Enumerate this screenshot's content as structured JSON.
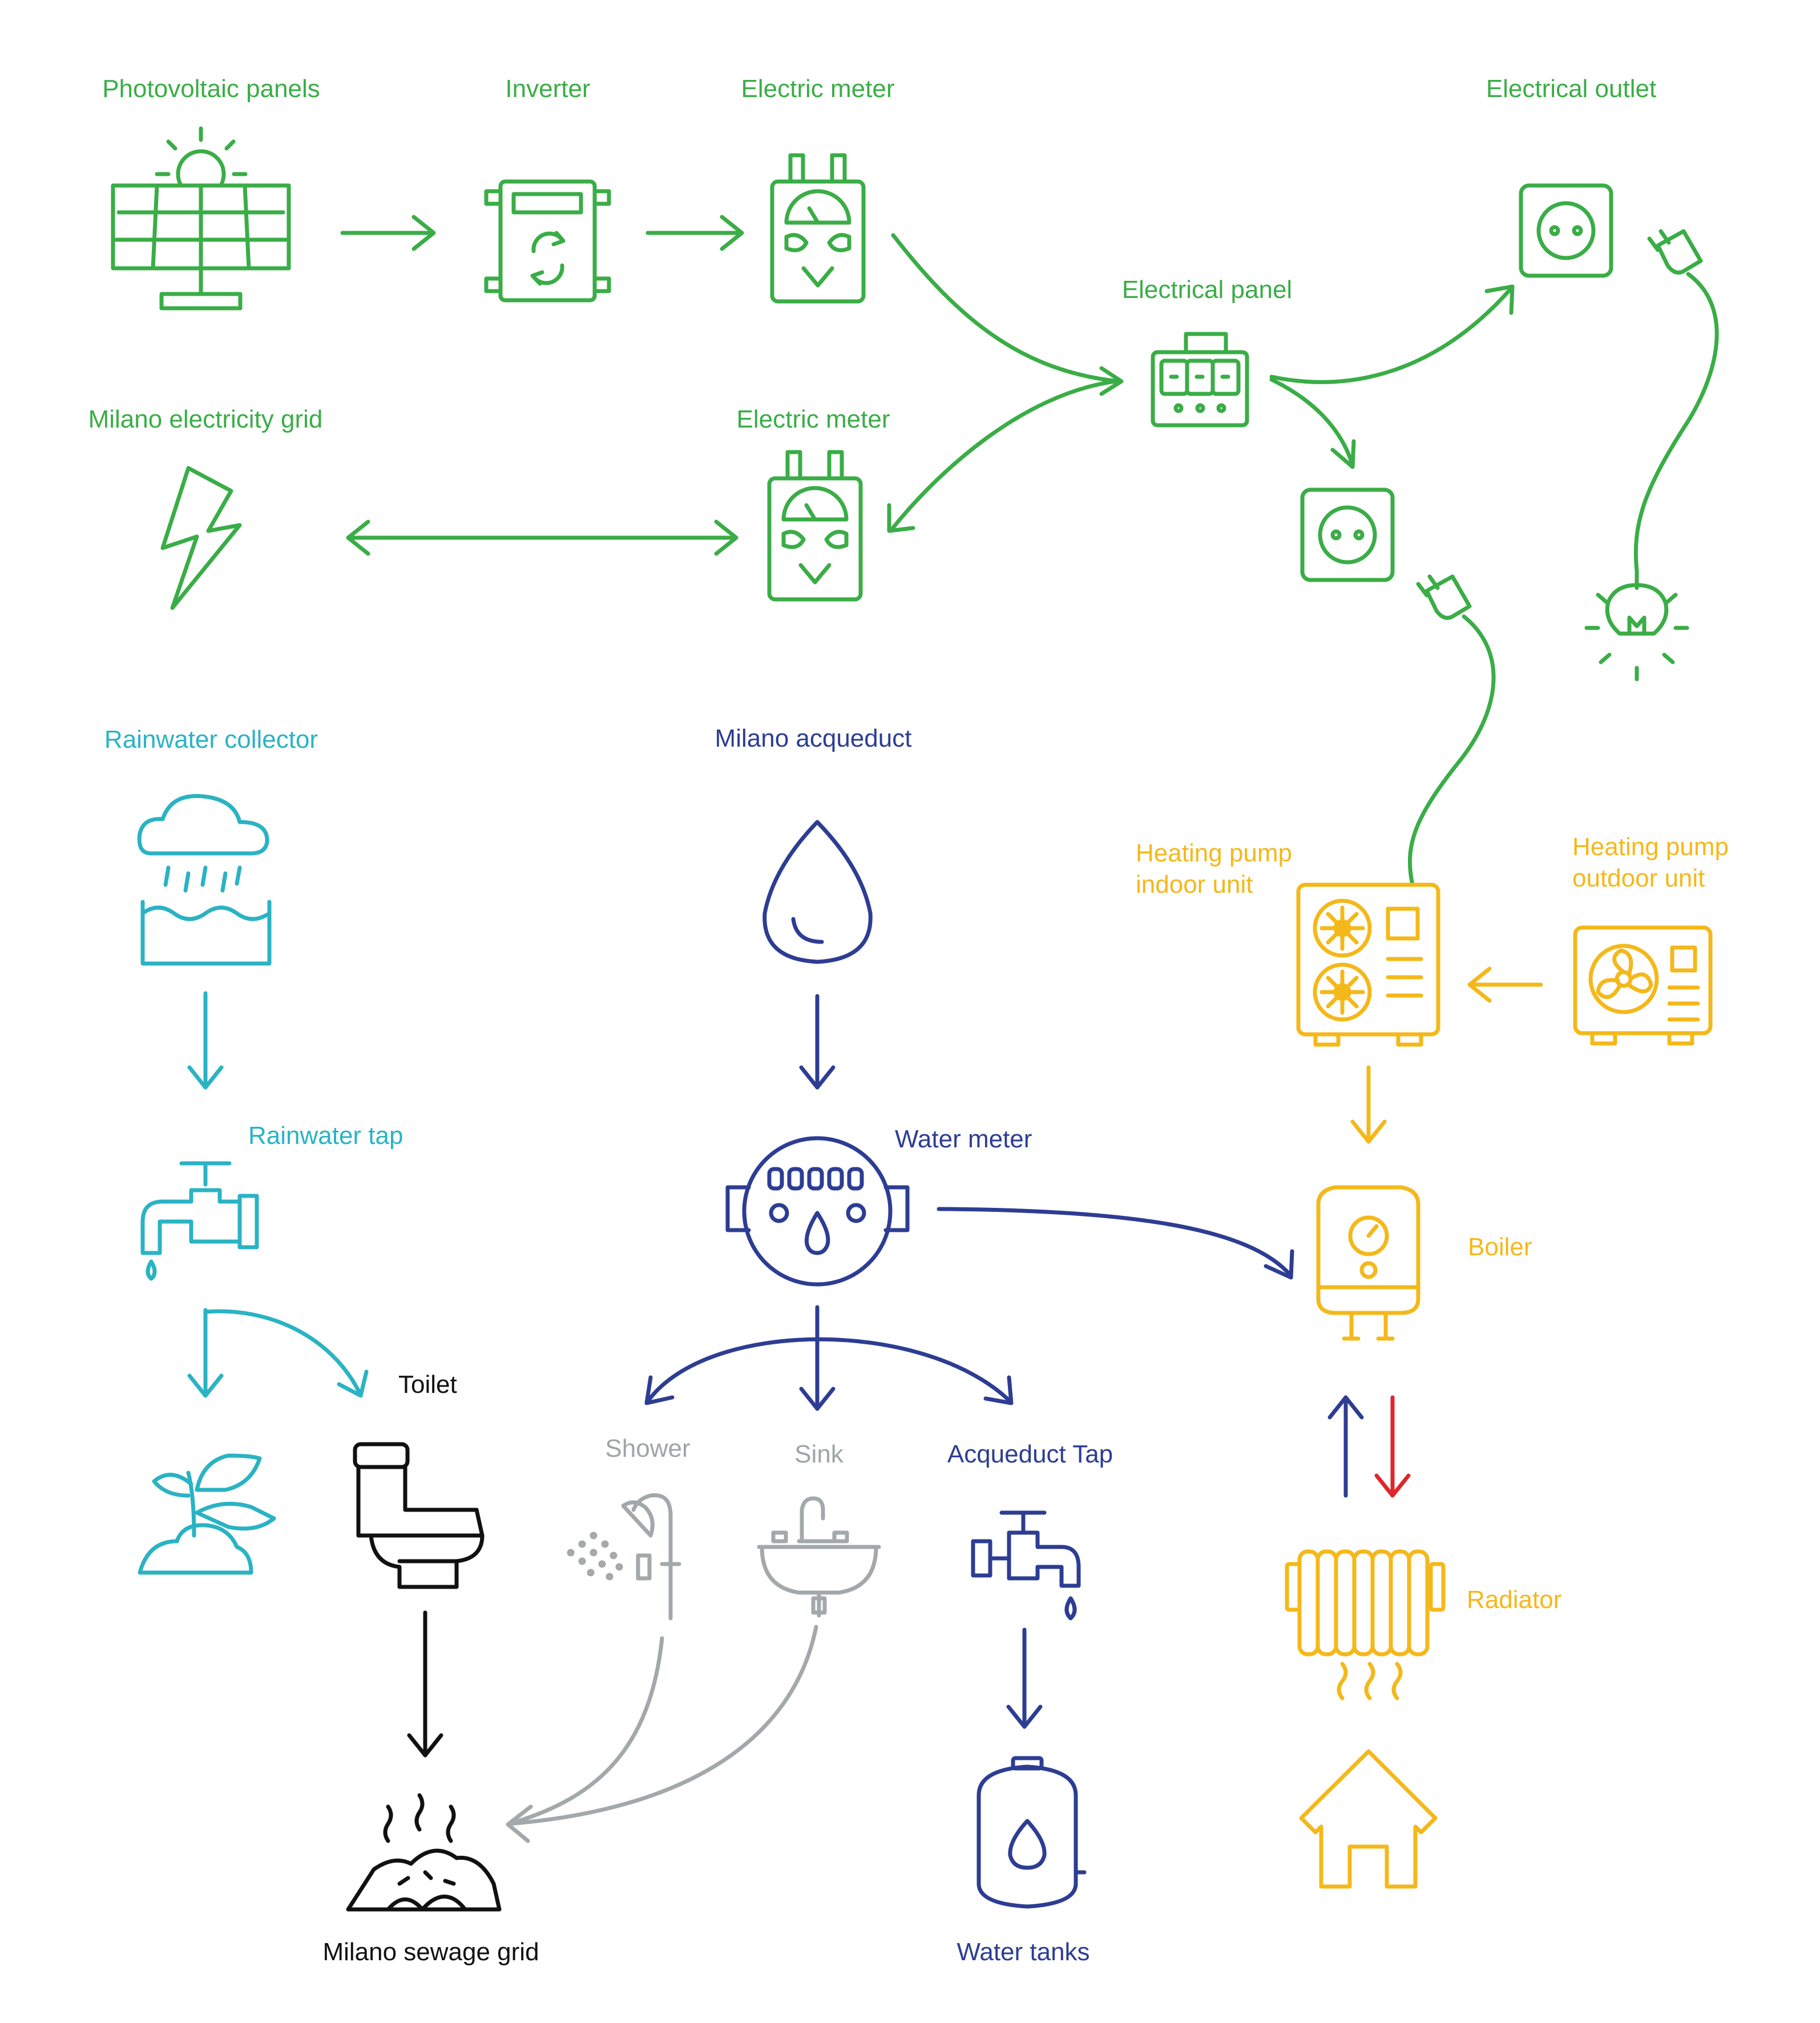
{
  "colors": {
    "electricity": "#3aad46",
    "rainwater": "#2ab3c3",
    "acqueduct": "#2d3d93",
    "greywater": "#a0a4a6",
    "sewage": "#111111",
    "heating": "#f4b81a",
    "hot_return": "#e0262d"
  },
  "labels": {
    "photovoltaic_panels": "Photovoltaic panels",
    "inverter": "Inverter",
    "electric_meter_top": "Electric meter",
    "electrical_outlet": "Electrical outlet",
    "electrical_panel": "Electrical panel",
    "milano_electricity_grid": "Milano electricity grid",
    "electric_meter_bottom": "Electric meter",
    "rainwater_collector": "Rainwater collector",
    "milano_acqueduct": "Milano acqueduct",
    "heating_pump_indoor_line1": "Heating pump",
    "heating_pump_indoor_line2": "indoor unit",
    "heating_pump_outdoor_line1": "Heating pump",
    "heating_pump_outdoor_line2": "outdoor unit",
    "rainwater_tap": "Rainwater tap",
    "water_meter": "Water meter",
    "boiler": "Boiler",
    "toilet": "Toilet",
    "shower": "Shower",
    "sink": "Sink",
    "acqueduct_tap": "Acqueduct Tap",
    "radiator": "Radiator",
    "milano_sewage_grid": "Milano sewage grid",
    "water_tanks": "Water tanks"
  }
}
